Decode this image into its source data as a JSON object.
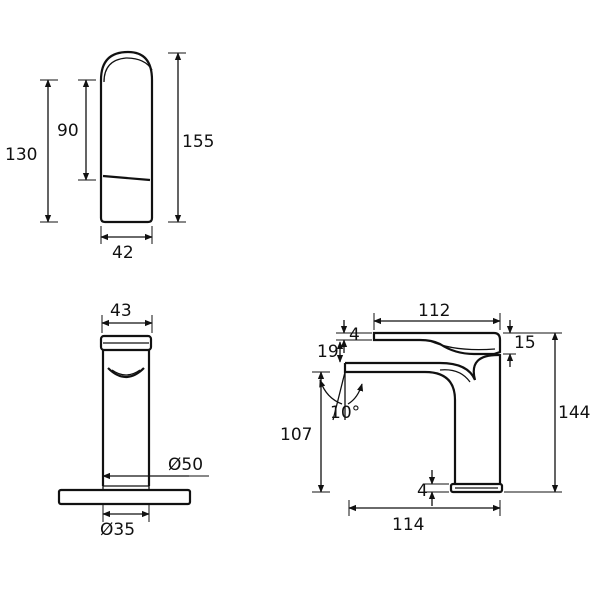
{
  "top_view": {
    "height_overall": "155",
    "height_body": "130",
    "height_lever": "90",
    "width": "42"
  },
  "front_view": {
    "width_top": "43",
    "base_diameter": "Ø50",
    "body_diameter": "Ø35"
  },
  "side_view": {
    "reach_lever": "112",
    "lever_thickness": "15",
    "lever_gap": "4",
    "spout_offset": "19",
    "angle": "10°",
    "spout_height": "107",
    "overall_height": "144",
    "base_thickness": "4",
    "reach_spout": "114"
  }
}
